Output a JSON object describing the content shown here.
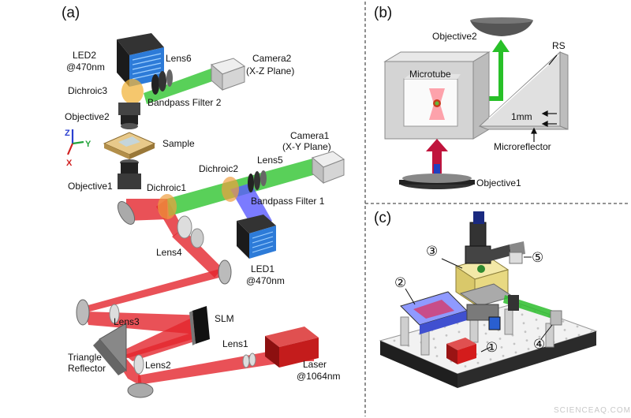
{
  "panels": {
    "a": "(a)",
    "b": "(b)",
    "c": "(c)"
  },
  "panel_a": {
    "led2": [
      "LED2",
      "@470nm"
    ],
    "lens6": "Lens6",
    "camera2": [
      "Camera2",
      "(X-Z Plane)"
    ],
    "dichroic3": "Dichroic3",
    "bandpass2": "Bandpass Filter 2",
    "objective2": "Objective2",
    "sample": "Sample",
    "axis_z": "Z",
    "axis_y": "Y",
    "axis_x": "X",
    "camera1": [
      "Camera1",
      "(X-Y Plane)"
    ],
    "dichroic2": "Dichroic2",
    "lens5": "Lens5",
    "objective1": "Objective1",
    "dichroic1": "Dichroic1",
    "bandpass1": "Bandpass Filter 1",
    "lens4": "Lens4",
    "led1": [
      "LED1",
      "@470nm"
    ],
    "lens3": "Lens3",
    "slm": "SLM",
    "lens1": "Lens1",
    "triangle": [
      "Triangle",
      "Reflector"
    ],
    "lens2": "Lens2",
    "laser": [
      "Laser",
      "@1064nm"
    ]
  },
  "panel_b": {
    "objective2": "Objective2",
    "rs": "RS",
    "microtube": "Microtube",
    "scale": "1mm",
    "microreflector": "Microreflector",
    "objective1": "Objective1"
  },
  "panel_c": {
    "markers": [
      "①",
      "②",
      "③",
      "④",
      "⑤"
    ]
  },
  "watermark": "SCIENCEAQ.COM",
  "colors": {
    "laser": "#d8202a",
    "fluorescence": "#3cc83c",
    "led": "#6b6bff",
    "divider": "#555555"
  }
}
